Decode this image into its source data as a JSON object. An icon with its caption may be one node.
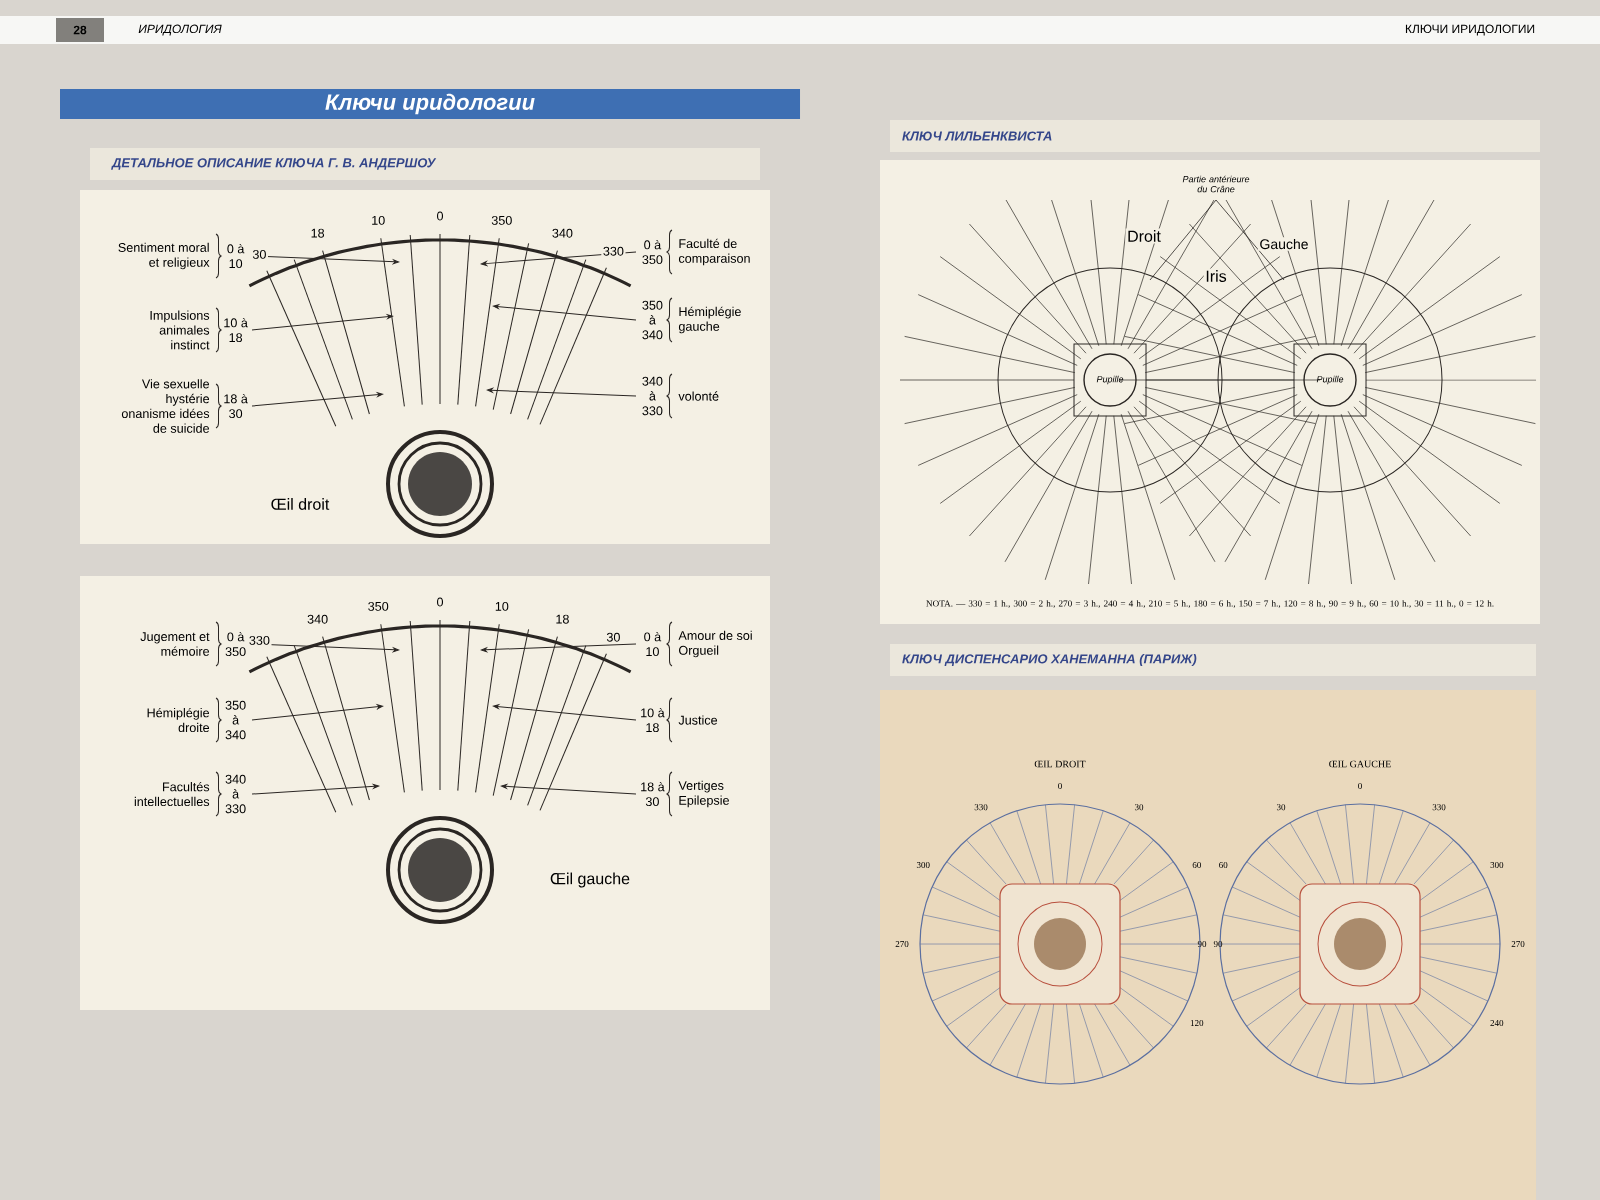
{
  "diagram": {
    "title": "Ключи иридологии",
    "nodes": [
      {
        "text": [
          "Sentiment moral et religieux",
          "0 à 10"
        ]
      },
      {
        "text": [
          "Impulsions animales instinct",
          "10 à 18"
        ]
      },
      {
        "text": [
          "Vie sexuelle hystérie onanisme idées de suicide",
          "18 à 30"
        ]
      },
      {
        "text": [
          "0 à 350",
          "Faculté de comparaison"
        ]
      },
      {
        "text": [
          "350 à 340",
          "Hémiplégie gauche"
        ]
      },
      {
        "text": [
          "340 à 330",
          "volonté"
        ]
      },
      {
        "text": [
          "Jugement et mémoire",
          "0 à 350"
        ]
      },
      {
        "text": [
          "Hémiplégie droite",
          "350 à 340"
        ]
      },
      {
        "text": [
          "Facultés intellectuelles",
          "340 à 330"
        ]
      },
      {
        "text": [
          "0 à 10",
          "Amour de soi Orgueil"
        ]
      },
      {
        "text": [
          "10 à 18",
          "Justice"
        ]
      },
      {
        "text": [
          "18 à 30",
          "Vertiges Epilepsie"
        ]
      }
    ],
    "edges": [
      {
        "from": 0,
        "to": null,
        "arrow": "to"
      },
      {
        "from": 1,
        "to": null,
        "arrow": "to"
      },
      {
        "from": 2,
        "to": null,
        "arrow": "to"
      },
      {
        "from": 3,
        "to": null,
        "arrow": "to"
      },
      {
        "from": 4,
        "to": null,
        "arrow": "to"
      },
      {
        "from": 5,
        "to": null,
        "arrow": "to"
      },
      {
        "from": 6,
        "to": null,
        "arrow": "to"
      },
      {
        "from": 7,
        "to": null,
        "arrow": "to"
      },
      {
        "from": 8,
        "to": null,
        "arrow": "to"
      },
      {
        "from": 9,
        "to": null,
        "arrow": "to"
      },
      {
        "from": 10,
        "to": null,
        "arrow": "to"
      },
      {
        "from": 11,
        "to": null,
        "arrow": "to"
      }
    ],
    "labels": [
      "28",
      "ИРИДОЛОГИЯ",
      "КЛЮЧИ ИРИДОЛОГИИ",
      "ДЕТАЛЬНОЕ ОПИСАНИЕ КЛЮЧА Г. В. АНДЕРШОУ",
      "30",
      "18",
      "10",
      "0",
      "350",
      "340",
      "330",
      "Œil droit",
      "330",
      "340",
      "350",
      "0",
      "10",
      "18",
      "30",
      "Œil gauche",
      "КЛЮЧ ЛИЛЬЕНКВИСТА",
      "Partie antérieure du Crâne",
      "Droit",
      "Iris",
      "Gauche",
      "Pupille",
      "Pupille",
      "NOTA. — 330 = 1 h., 300 = 2 h., 270 = 3 h., 240 = 4 h., 210 = 5 h., 180 = 6 h., 150 = 7 h., 120 = 8 h., 90 = 9 h., 60 = 10 h., 30 = 11 h., 0 = 12 h.",
      "КЛЮЧ ДИСПЕНСАРИО ХАНЕМАННА (ПАРИЖ)",
      "ŒIL DROIT",
      "ŒIL GAUCHE",
      "0",
      "30",
      "60",
      "90",
      "120",
      "270",
      "300",
      "330",
      "0",
      "30",
      "60",
      "90",
      "240",
      "270",
      "300",
      "330"
    ]
  }
}
